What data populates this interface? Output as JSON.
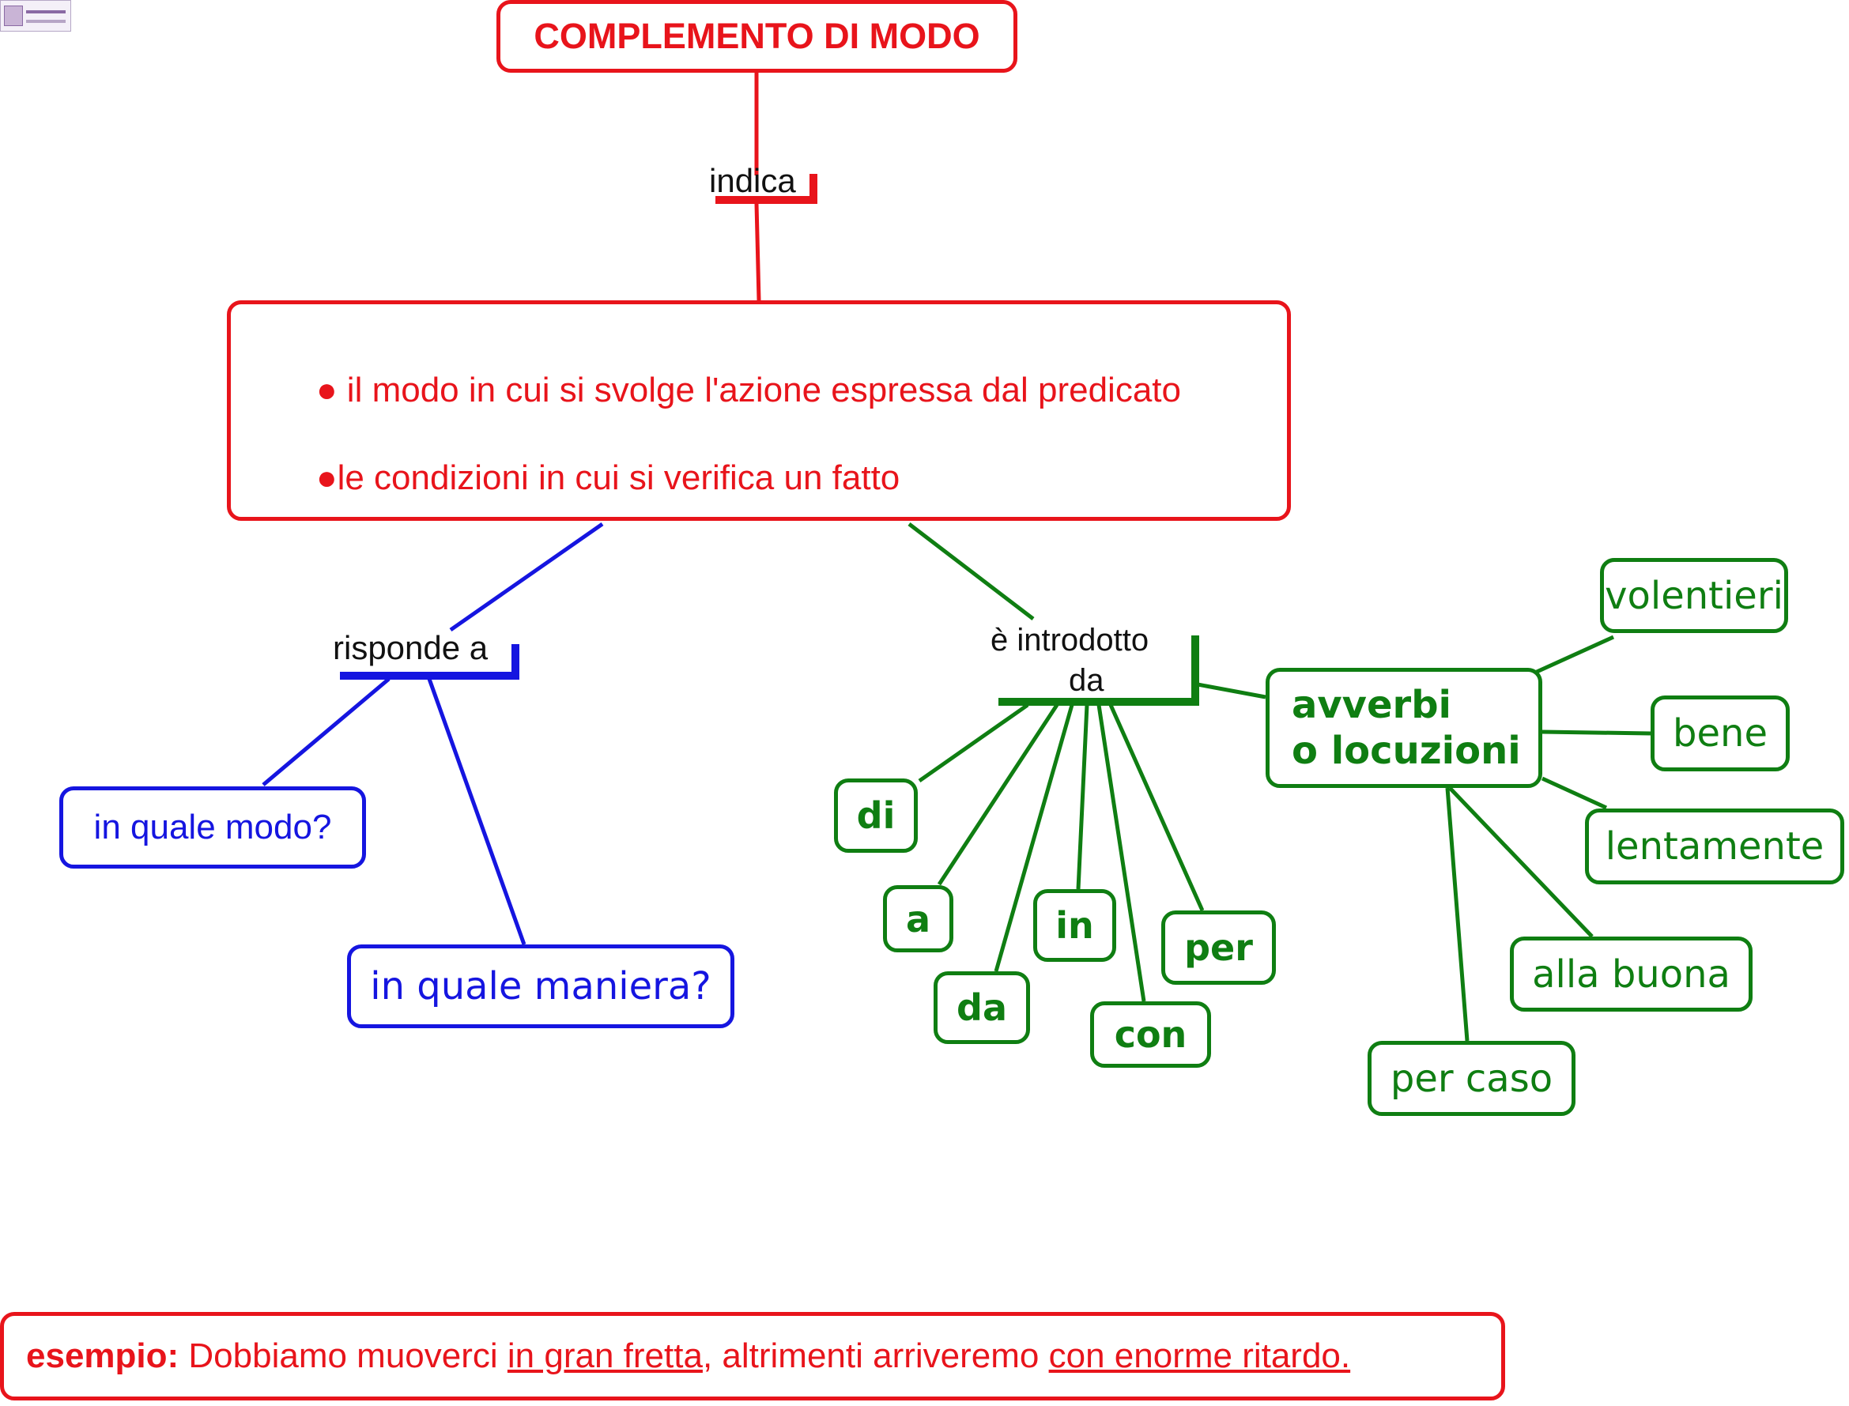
{
  "title": "COMPLEMENTO DI MODO",
  "links": {
    "indica": "indica",
    "risponde": "risponde a",
    "introdotto_line1": "è introdotto",
    "introdotto_line2": "da"
  },
  "definition": {
    "line1": "● il modo in cui si svolge l'azione espressa dal predicato",
    "line2": "●le condizioni in cui si verifica un fatto"
  },
  "questions": [
    "in quale modo?",
    "in quale maniera?"
  ],
  "prepositions": [
    "di",
    "a",
    "da",
    "in",
    "con",
    "per"
  ],
  "adverbs_node": {
    "line1": "avverbi",
    "line2": "o locuzioni"
  },
  "adverbs": [
    "volentieri",
    "bene",
    "lentamente",
    "alla buona",
    "per caso"
  ],
  "example": {
    "label": "esempio:",
    "text_before": " Dobbiamo muoverci ",
    "underlined_1": "in gran fretta",
    "text_middle": ", altrimenti arriveremo ",
    "underlined_2": "con enorme ritardo."
  },
  "colors": {
    "red": "#e8141b",
    "blue": "#1515e0",
    "green": "#0f7e12"
  }
}
